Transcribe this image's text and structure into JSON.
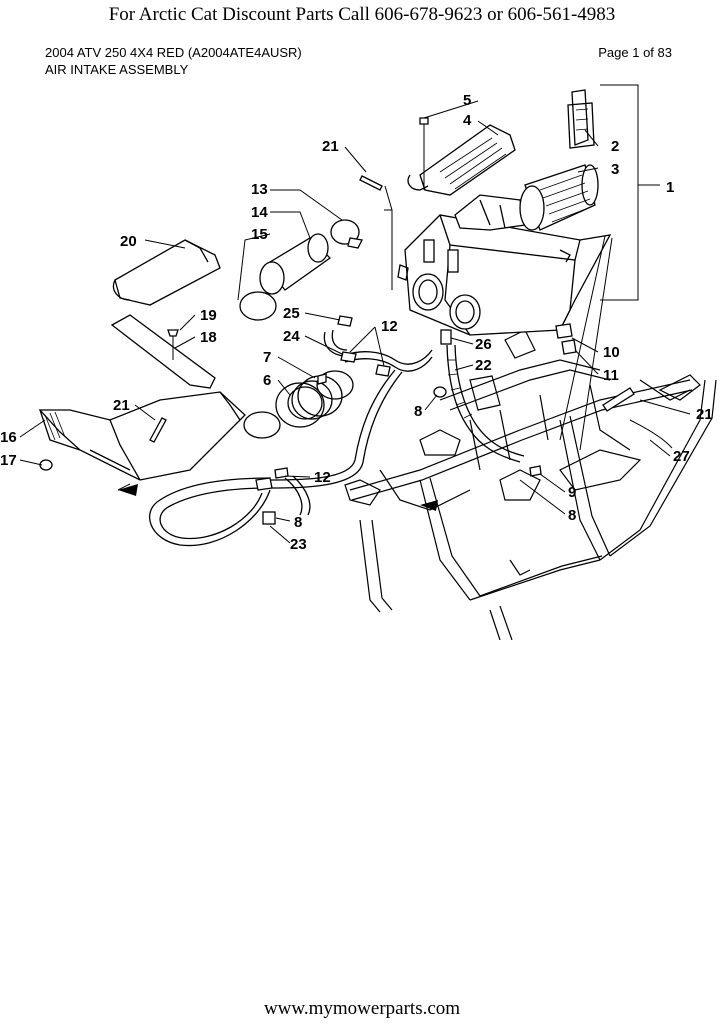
{
  "banner": "For Arctic Cat Discount Parts Call 606-678-9623 or 606-561-4983",
  "header": {
    "model": "2004 ATV 250 4X4 RED (A2004ATE4AUSR)",
    "section": "AIR INTAKE ASSEMBLY",
    "page": "Page 1 of 83"
  },
  "footer": "www.mymowerparts.com",
  "callouts": {
    "c1": "1",
    "c2": "2",
    "c3": "3",
    "c4": "4",
    "c5": "5",
    "c6": "6",
    "c7": "7",
    "c8a": "8",
    "c8b": "8",
    "c8c": "8",
    "c9": "9",
    "c10": "10",
    "c11": "11",
    "c12a": "12",
    "c12b": "12",
    "c13": "13",
    "c14": "14",
    "c15": "15",
    "c16": "16",
    "c17": "17",
    "c18": "18",
    "c19": "19",
    "c20": "20",
    "c21a": "21",
    "c21b": "21",
    "c21c": "21",
    "c22": "22",
    "c23": "23",
    "c24": "24",
    "c25": "25",
    "c26": "26",
    "c27": "27"
  }
}
